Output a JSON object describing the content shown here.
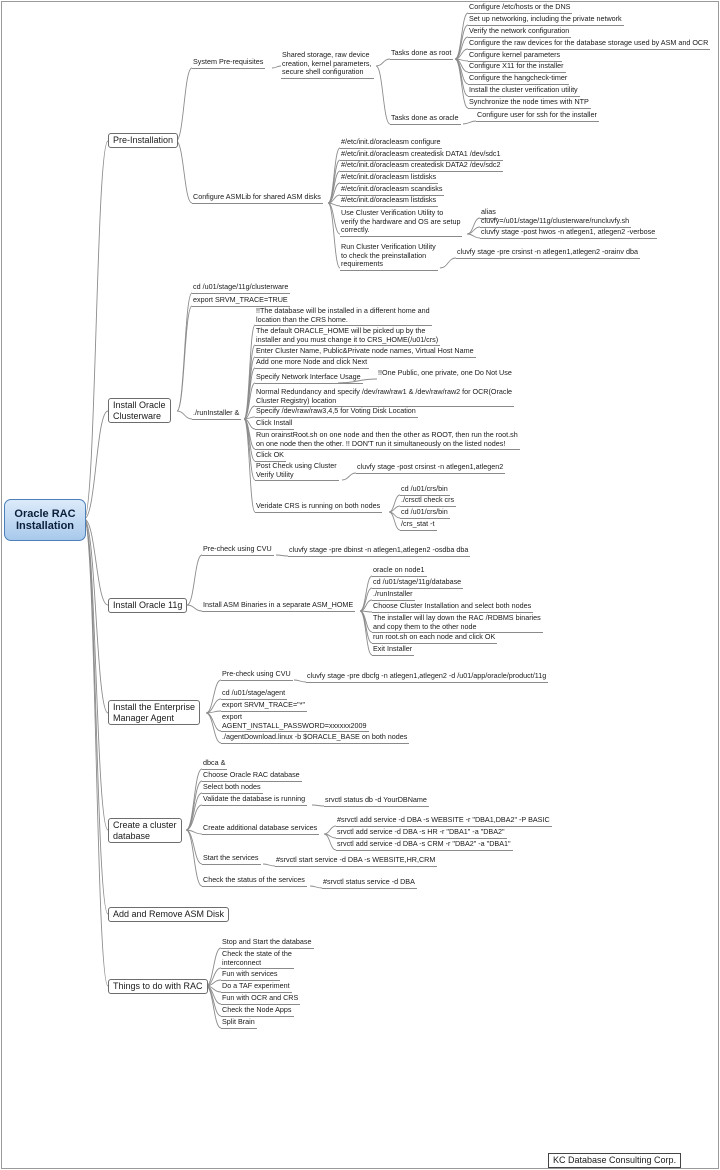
{
  "root": {
    "line1": "Oracle RAC",
    "line2": "Installation"
  },
  "branches": {
    "pre_installation": "Pre-Installation",
    "clusterware": {
      "line1": "Install Oracle",
      "line2": "Clusterware"
    },
    "oracle11g": "Install Oracle 11g",
    "em_agent": {
      "line1": "Install the Enterprise",
      "line2": "Manager Agent"
    },
    "cluster_db": {
      "line1": "Create a cluster",
      "line2": "database"
    },
    "asm_disk": "Add and Remove ASM Disk",
    "things_todo": "Things to do with RAC"
  },
  "pre": {
    "sys_prereq": "System Pre-requisites",
    "shared_storage": [
      "Shared storage, raw device",
      "creation, kernel parameters,",
      "secure shell configuration"
    ],
    "tasks_root": "Tasks done as root",
    "root_tasks": [
      "Configure /etc/hosts or the DNS",
      "Set up networking, including the private network",
      "Verify the network configuration",
      "Configure the raw devices for the database storage used by ASM and OCR",
      "Configure kernel parameters",
      "Configure X11 for the installer",
      "Configure the hangcheck-timer",
      "Install the cluster verification utility",
      "Synchronize the node times with NTP"
    ],
    "tasks_oracle": "Tasks done as oracle",
    "oracle_task": "Configure user for ssh for the installer",
    "asmlib": "Configure ASMLib for shared ASM disks",
    "asmlib_items": [
      "#/etc/init.d/oracleasm configure",
      "#/etc/init.d/oracleasm createdisk DATA1 /dev/sdc1",
      "#/etc/init.d/oracleasm createdisk DATA2 /dev/sdc2",
      "#/etc/init.d/oracleasm listdisks",
      "#/etc/init.d/oracleasm scandisks",
      "#/etc/init.d/oracleasm listdisks"
    ],
    "cvu_use": [
      "Use Cluster Verification Utility to",
      "verify the hardware and OS are setup",
      "correctly."
    ],
    "alias": "alias",
    "alias_cmd": "cluvfy=/u01/stage/11g/clusterware/runcluvfy.sh",
    "hwos_cmd": "cluvfy stage -post hwos -n atlegen1, atlegen2 -verbose",
    "run_cvu": [
      "Run Cluster Verification Utility",
      "to check the preinstallation",
      "requirements"
    ],
    "crsinst_cmd": "cluvfy stage -pre crsinst -n atlegen1,atlegen2 -orainv dba"
  },
  "cw": {
    "cd": "cd /u01/stage/11g/clusterware",
    "export": "export SRVM_TRACE=TRUE",
    "runinstaller": "./runInstaller &",
    "steps": [
      [
        "!!The database will be installed in a different home and",
        "location than the CRS home."
      ],
      [
        "The default ORACLE_HOME will be picked up by the",
        "installer and you must change it to CRS_HOME(/u01/crs)"
      ],
      [
        "Enter Cluster Name, Public&Private node names, Virtual Host Name"
      ],
      [
        "Add one more Node and click Next"
      ],
      [
        "Specify Network Interface Usage"
      ],
      [
        "Normal Redundancy and specify /dev/raw/raw1 & /dev/raw/raw2 for OCR(Oracle",
        "Cluster Registry) location"
      ],
      [
        "Specify /dev/raw/raw3,4,5 for Voting Disk Location"
      ],
      [
        "Click Install"
      ],
      [
        "Run orainstRoot.sh on one node and then the other as ROOT, then run the root.sh",
        "on one node then the other. !! DON'T run it simultaneously on the listed nodes!"
      ],
      [
        "Click OK"
      ],
      [
        "Post Check using Cluster",
        "Verify Utility"
      ],
      [
        "Veridate CRS is running  on both nodes"
      ]
    ],
    "net_note": "!!One Public, one private, one Do Not Use",
    "post_cmd": "cluvfy stage -post crsinst -n atlegen1,atlegen2",
    "verify_cmds": [
      "cd /u01/crs/bin",
      "./crsctl check crs",
      "cd /u01/crs/bin",
      "/crs_stat -t"
    ]
  },
  "o11g": {
    "precheck": "Pre-check using CVU",
    "precheck_cmd": "cluvfy stage -pre dbinst -n atlegen1,atlegen2 -osdba dba",
    "install_asm": "Install ASM Binaries in a separate ASM_HOME",
    "asm_steps": [
      [
        "oracle on node1"
      ],
      [
        "cd /u01/stage/11g/database"
      ],
      [
        "./runInstaller"
      ],
      [
        "Choose Cluster Installation and select both nodes"
      ],
      [
        "The installer will lay down the RAC /RDBMS binaries",
        "and copy them to the other node"
      ],
      [
        "run root.sh on each node and click OK"
      ],
      [
        "Exit Installer"
      ]
    ]
  },
  "em": {
    "precheck": "Pre-check using CVU",
    "precheck_cmd": "cluvfy stage -pre dbcfg -n atlegen1,atlegen2 -d /u01/app/oracle/product/11g",
    "steps": [
      [
        "cd /u01/stage/agent"
      ],
      [
        "export SRVM_TRACE=\"*\""
      ],
      [
        "export",
        "AGENT_INSTALL_PASSWORD=xxxxxx2009"
      ],
      [
        "./agentDownload.linux -b $ORACLE_BASE on both nodes"
      ]
    ]
  },
  "cdb": {
    "items": [
      "dbca &",
      "Choose Oracle RAC database",
      "Select both nodes"
    ],
    "validate": "Validate the database is running",
    "validate_cmd": "srvctl status db -d YourDBName",
    "create_services": "Create additional database services",
    "service_cmds": [
      "#srvctl add service -d DBA -s WEBSITE -r \"DBA1,DBA2\" -P BASIC",
      "srvctl add service -d DBA -s HR -r \"DBA1\" -a \"DBA2\"",
      "srvctl add service -d DBA -s CRM -r \"DBA2\" -a \"DBA1\""
    ],
    "start_services": "Start the services",
    "start_cmd": "#srvctl start service -d DBA -s WEBSITE,HR,CRM",
    "check_status": "Check the status of the services",
    "check_cmd": "#srvctl status service -d DBA"
  },
  "things": [
    [
      "Stop and Start the database"
    ],
    [
      "Check the state of the",
      "interconnect"
    ],
    [
      "Fun with services"
    ],
    [
      "Do a TAF experiment"
    ],
    [
      "Fun with OCR and CRS"
    ],
    [
      "Check the Node Apps"
    ],
    [
      "Split Brain"
    ]
  ],
  "brand": "KC Database Consulting Corp."
}
